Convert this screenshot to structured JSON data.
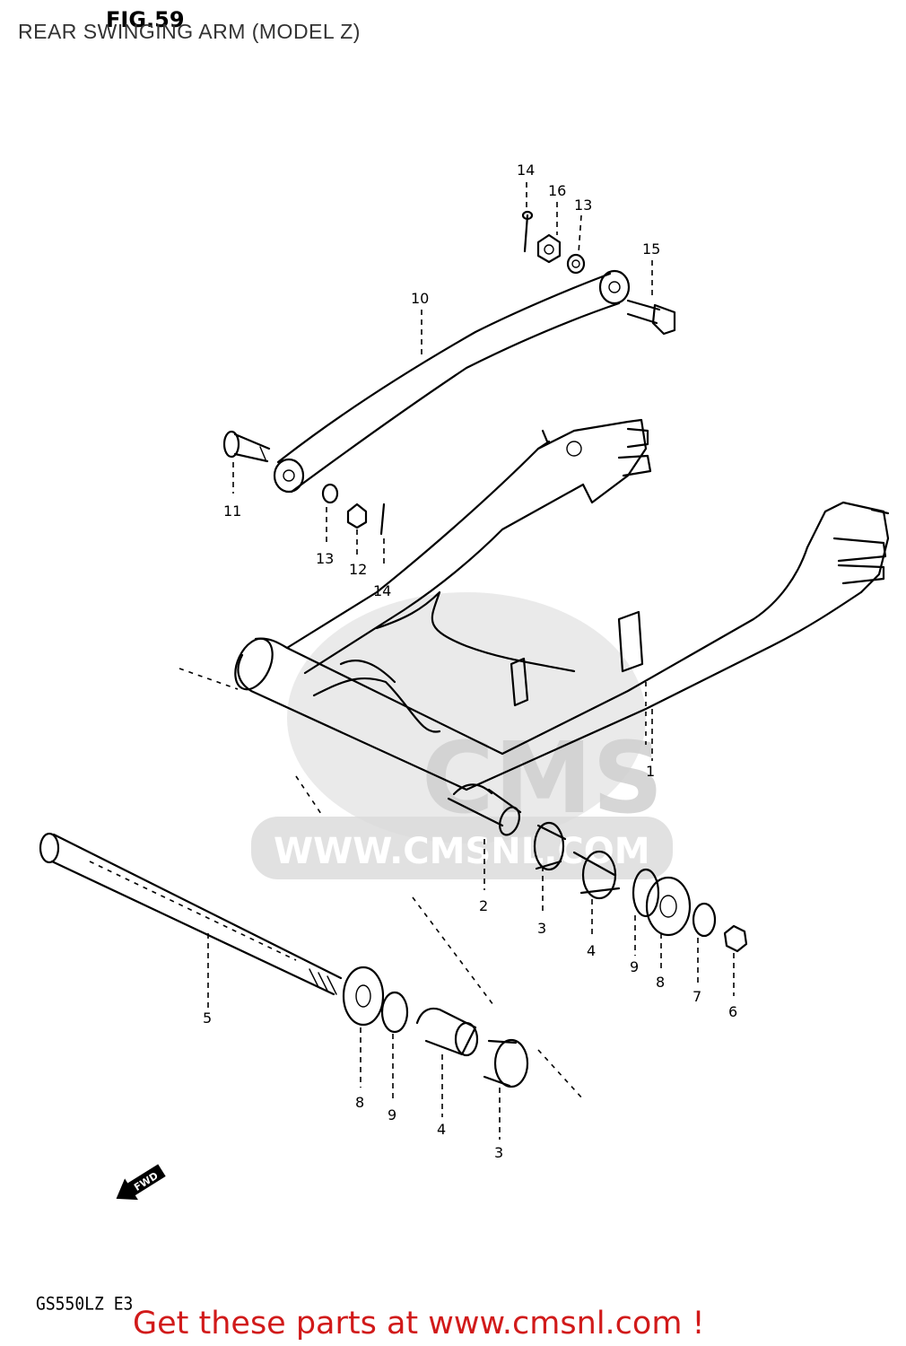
{
  "header": {
    "fig_label": "FIG.59",
    "title": "REAR SWINGING ARM (MODEL Z)"
  },
  "watermark": {
    "brand": "CMS",
    "url": "WWW.CMSNL.COM"
  },
  "callouts": {
    "n1": "1",
    "n2": "2",
    "n3a": "3",
    "n3b": "3",
    "n4a": "4",
    "n4b": "4",
    "n5": "5",
    "n6": "6",
    "n7": "7",
    "n8a": "8",
    "n8b": "8",
    "n9a": "9",
    "n9b": "9",
    "n10": "10",
    "n11": "11",
    "n12": "12",
    "n13a": "13",
    "n13b": "13",
    "n14a": "14",
    "n14b": "14",
    "n15": "15",
    "n16": "16"
  },
  "fwd_label": "FWD",
  "footer": {
    "model_code": "GS550LZ E3",
    "cta": "Get these parts at www.cmsnl.com !",
    "cta_color": "#d11a1a"
  }
}
